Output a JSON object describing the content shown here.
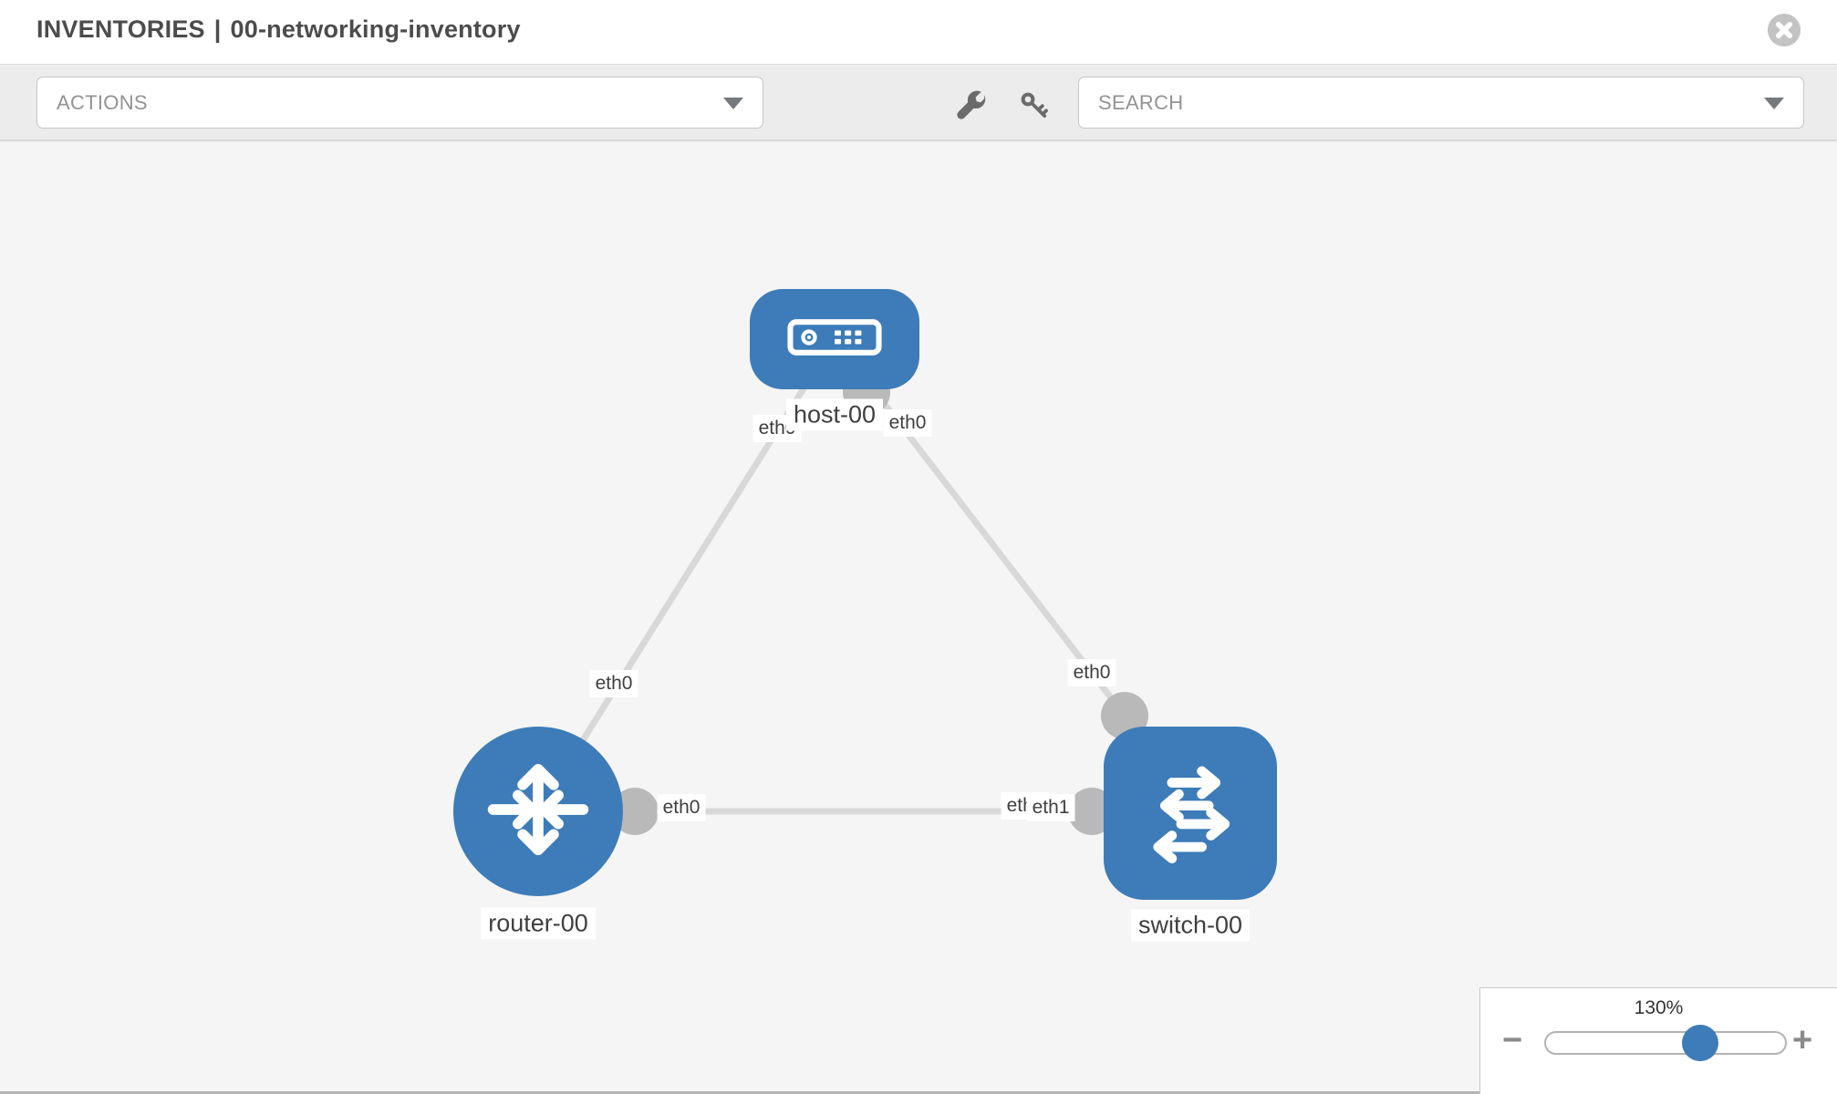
{
  "header": {
    "title_primary": "INVENTORIES",
    "separator": "|",
    "title_secondary": "00-networking-inventory",
    "close_icon": "circle-x"
  },
  "toolbar": {
    "actions_placeholder": "ACTIONS",
    "search_placeholder": "SEARCH",
    "icons": [
      "wrench-icon",
      "key-icon"
    ]
  },
  "topology": {
    "nodes": [
      {
        "id": "host-00",
        "type": "host",
        "label": "host-00",
        "icon": "host-device-icon"
      },
      {
        "id": "router-00",
        "type": "router",
        "label": "router-00",
        "icon": "router-arrows-icon"
      },
      {
        "id": "switch-00",
        "type": "switch",
        "label": "switch-00",
        "icon": "switch-arrows-icon"
      }
    ],
    "links": [
      {
        "source": "host-00",
        "target": "router-00",
        "source_interface": "eth0",
        "target_interface": "eth0"
      },
      {
        "source": "host-00",
        "target": "switch-00",
        "source_interface": "eth0",
        "target_interface": "eth0"
      },
      {
        "source": "router-00",
        "target": "switch-00",
        "source_interface": "eth0",
        "target_interface": "eth1",
        "target_interface_obscured_label": "eth0"
      }
    ]
  },
  "zoom_control": {
    "value": "130%",
    "minus_label": "−",
    "plus_label": "+"
  },
  "colors": {
    "node_blue": "#3d7cb8",
    "link_gray": "#d8d8d8",
    "connector_gray": "#b9b9b9",
    "canvas_bg": "#f5f5f5",
    "toolbar_bg": "#ececec"
  }
}
